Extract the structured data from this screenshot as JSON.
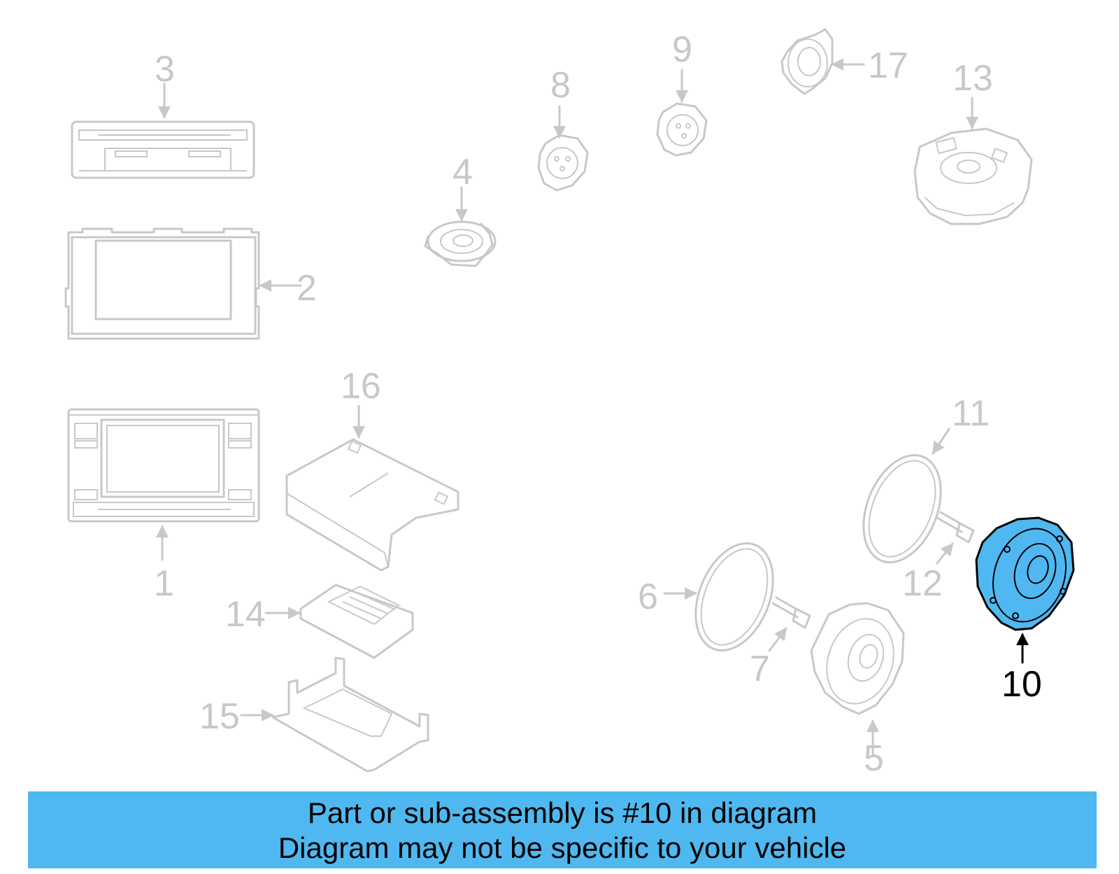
{
  "callouts": [
    {
      "id": "1",
      "label": "1"
    },
    {
      "id": "2",
      "label": "2"
    },
    {
      "id": "3",
      "label": "3"
    },
    {
      "id": "4",
      "label": "4"
    },
    {
      "id": "5",
      "label": "5"
    },
    {
      "id": "6",
      "label": "6"
    },
    {
      "id": "7",
      "label": "7"
    },
    {
      "id": "8",
      "label": "8"
    },
    {
      "id": "9",
      "label": "9"
    },
    {
      "id": "10",
      "label": "10"
    },
    {
      "id": "11",
      "label": "11"
    },
    {
      "id": "12",
      "label": "12"
    },
    {
      "id": "13",
      "label": "13"
    },
    {
      "id": "14",
      "label": "14"
    },
    {
      "id": "15",
      "label": "15"
    },
    {
      "id": "16",
      "label": "16"
    },
    {
      "id": "17",
      "label": "17"
    }
  ],
  "highlighted_part": "10",
  "colors": {
    "highlight_fill": "#4fb8f0",
    "banner_background": "#4fb8f0",
    "inactive_line": "#c8c8c8",
    "active_line": "#000000"
  },
  "banner": {
    "line1": "Part or sub-assembly is #10 in diagram",
    "line2": "Diagram may not be specific to your vehicle"
  }
}
